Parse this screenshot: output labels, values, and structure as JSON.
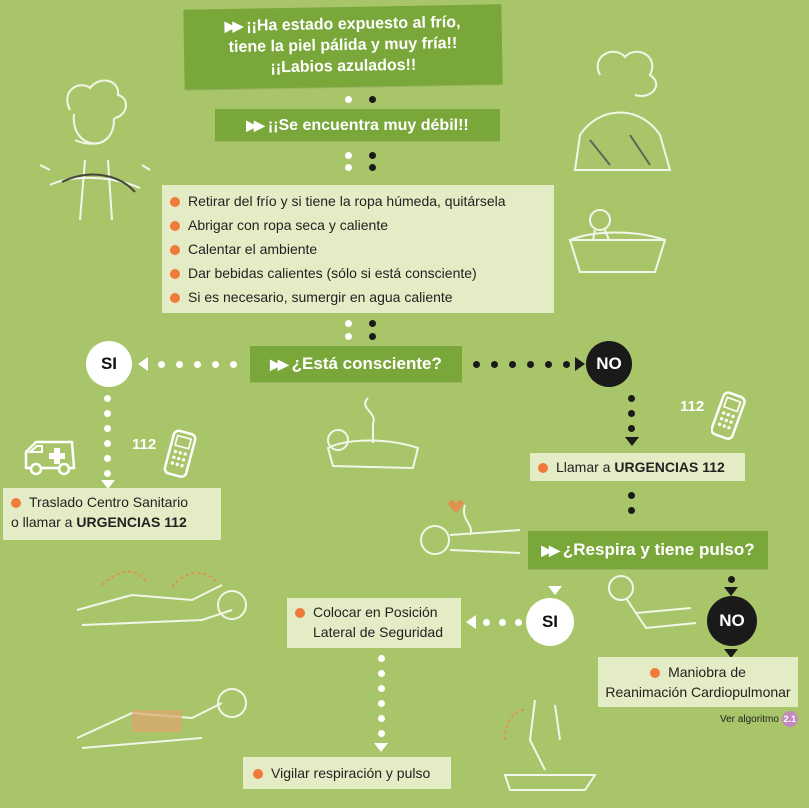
{
  "top_box": {
    "line1": "¡¡Ha estado expuesto al frío,",
    "line2": "tiene la piel pálida y muy fría!!",
    "line3": "¡¡Labios azulados!!"
  },
  "weak_box": "¡¡Se encuentra muy débil!!",
  "actions": [
    "Retirar del frío y si tiene la ropa húmeda, quitársela",
    "Abrigar con ropa seca y caliente",
    "Calentar el ambiente",
    "Dar bebidas calientes (sólo si está consciente)",
    "Si es necesario, sumergir en agua caliente"
  ],
  "conscious_question": "¿Está consciente?",
  "yes_label": "SI",
  "no_label": "NO",
  "phone_number": "112",
  "left_result": {
    "line1": "Traslado Centro Sanitario",
    "line2_prefix": "o llamar a ",
    "line2_bold": "URGENCIAS 112"
  },
  "call_box": {
    "prefix": "Llamar a ",
    "bold": "URGENCIAS 112"
  },
  "breathing_question": "¿Respira y tiene pulso?",
  "recovery_box": {
    "line1": "Colocar en Posición",
    "line2": "Lateral de Seguridad"
  },
  "cpr_box": {
    "line1": "Maniobra de",
    "line2": "Reanimación Cardiopulmonar"
  },
  "algorithm_link": {
    "text": "Ver algoritmo",
    "badge": "2.1"
  },
  "monitor_box": "Vigilar respiración y pulso",
  "colors": {
    "background": "#a9c56a",
    "box_green": "#7aa73a",
    "box_pale": "#e4ecc5",
    "bullet_orange": "#f07a3a",
    "dark": "#1a1a1a"
  }
}
